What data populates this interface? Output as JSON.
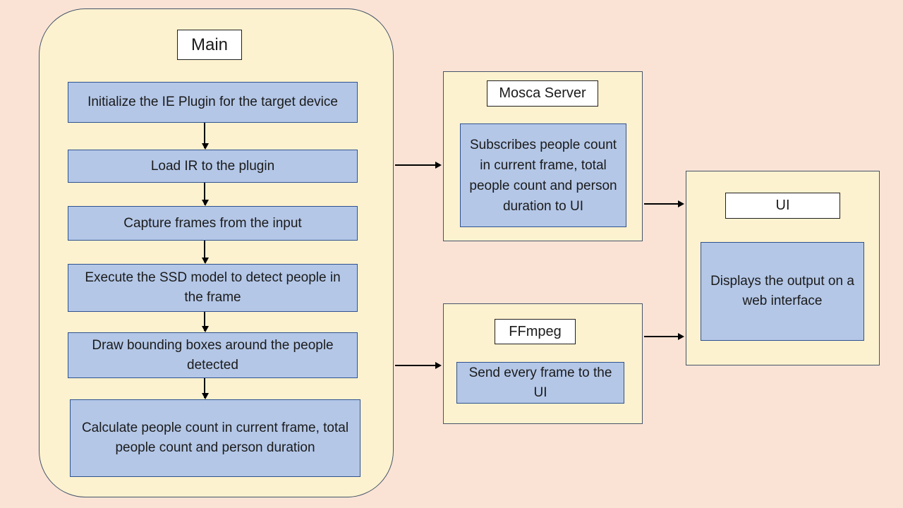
{
  "colors": {
    "page_background": "#fae3d5",
    "container_fill": "#fdf2cf",
    "container_border": "#44546a",
    "process_box_fill": "#b4c7e7",
    "process_box_border": "#2f528f",
    "title_box_fill": "#ffffff",
    "title_box_border": "#1f1f1f",
    "arrow": "#000000",
    "text": "#1b1b1b"
  },
  "diagram": {
    "main": {
      "title": "Main",
      "steps": [
        "Initialize the IE Plugin for the target device",
        "Load IR to the plugin",
        "Capture frames from the input",
        "Execute the SSD model to detect people in the frame",
        "Draw bounding boxes around the people detected",
        "Calculate people count in current frame, total people count and person duration"
      ]
    },
    "mosca_server": {
      "title": "Mosca Server",
      "description": "Subscribes people count in current frame, total people count and person duration to UI"
    },
    "ffmpeg": {
      "title": "FFmpeg",
      "description": "Send every frame to the UI"
    },
    "ui": {
      "title": "UI",
      "description": "Displays the output on a web interface"
    }
  }
}
